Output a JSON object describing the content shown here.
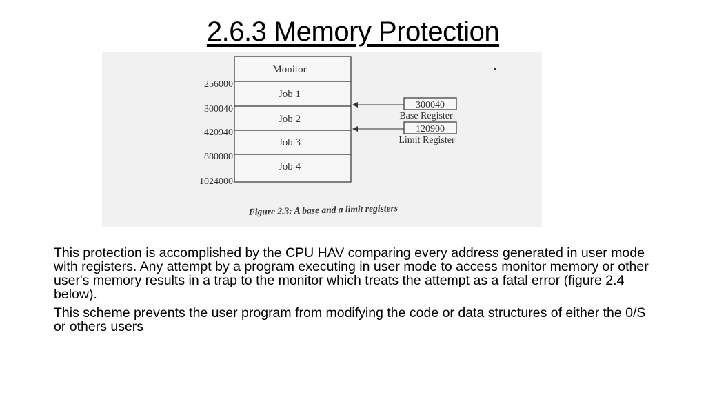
{
  "slide": {
    "title": "2.6.3 Memory Protection"
  },
  "diagram": {
    "caption": "Figure 2.3: A base and a limit registers",
    "blocks": [
      "Monitor",
      "Job 1",
      "Job 2",
      "Job 3",
      "Job 4"
    ],
    "addresses": [
      "256000",
      "300040",
      "420940",
      "880000",
      "1024000"
    ],
    "base_register": {
      "value": "300040",
      "label": "Base Register"
    },
    "limit_register": {
      "value": "120900",
      "label": "Limit Register"
    }
  },
  "body": {
    "paragraphs": [
      "This protection is accomplished by the CPU HAV comparing every address generated in user mode with registers. Any attempt by a program executing in user mode to access monitor memory or other user's memory results in a trap to the monitor which treats the attempt as a fatal error (figure 2.4 below).",
      "This scheme prevents the user program from modifying the code or data structures of either the 0/S or others users"
    ]
  }
}
